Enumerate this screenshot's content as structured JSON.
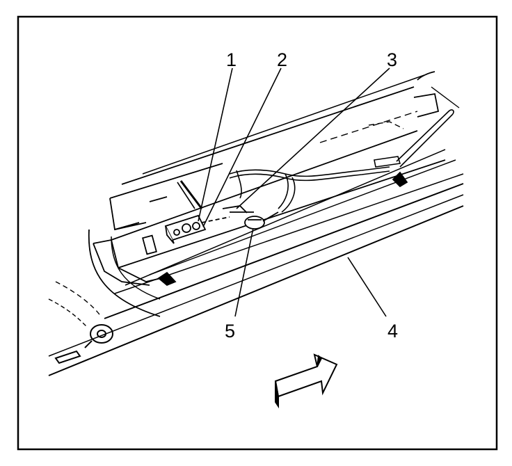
{
  "callouts": {
    "c1": "1",
    "c2": "2",
    "c3": "3",
    "c4": "4",
    "c5": "5"
  },
  "colors": {
    "line": "#000000",
    "background": "#ffffff"
  }
}
